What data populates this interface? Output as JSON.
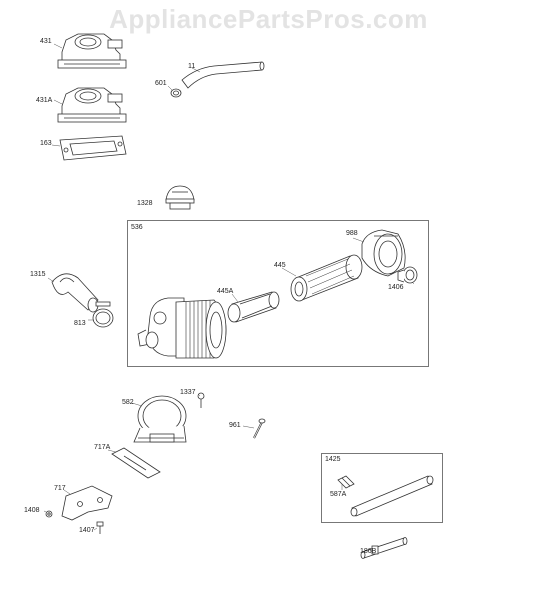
{
  "watermark": "AppliancePartsPros.com",
  "parts": {
    "p431": "431",
    "p431a": "431A",
    "p163": "163",
    "p11": "11",
    "p601": "601",
    "p1328": "1328",
    "p536": "536",
    "p988": "988",
    "p445": "445",
    "p445a": "445A",
    "p1406": "1406",
    "p1315": "1315",
    "p813": "813",
    "p582": "582",
    "p1337": "1337",
    "p961": "961",
    "p717a": "717A",
    "p717": "717",
    "p1408": "1408",
    "p1407": "1407",
    "p1425": "1425",
    "p587a": "587A",
    "p186b": "186B"
  },
  "colors": {
    "line": "#333333",
    "fill": "#ffffff",
    "shade": "#d9d9d9",
    "watermark": "#e3e3e3"
  }
}
